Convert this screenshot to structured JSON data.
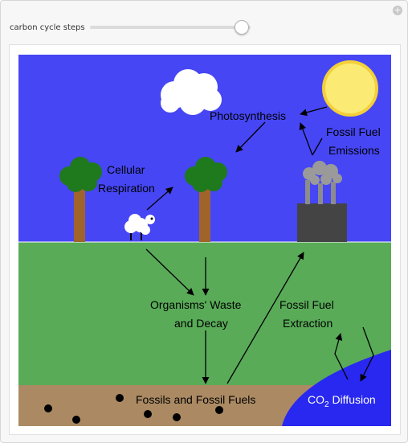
{
  "controls": {
    "slider_label": "carbon cycle steps",
    "slider_value_fraction": 0.94
  },
  "colors": {
    "sky": "#4646f5",
    "ground": "#59ab58",
    "soil": "#ab8a63",
    "water": "#2828f0",
    "sun": "#fbeb74",
    "trunk": "#a0642a",
    "foliage": "#1e7a1c",
    "factory": "#444444",
    "smoke": "#9a9a9a"
  },
  "scene": {
    "labels": {
      "photosynthesis": "Photosynthesis",
      "fossil_fuel_emissions_1": "Fossil Fuel",
      "fossil_fuel_emissions_2": "Emissions",
      "cellular_respiration_1": "Cellular",
      "cellular_respiration_2": "Respiration",
      "waste_decay_1": "Organisms' Waste",
      "waste_decay_2": "and Decay",
      "fossil_fuel_extraction_1": "Fossil Fuel",
      "fossil_fuel_extraction_2": "Extraction",
      "fossils": "Fossils and Fossil Fuels",
      "co2_prefix": "CO",
      "co2_subscript": "2",
      "co2_suffix": " Diffusion"
    }
  }
}
